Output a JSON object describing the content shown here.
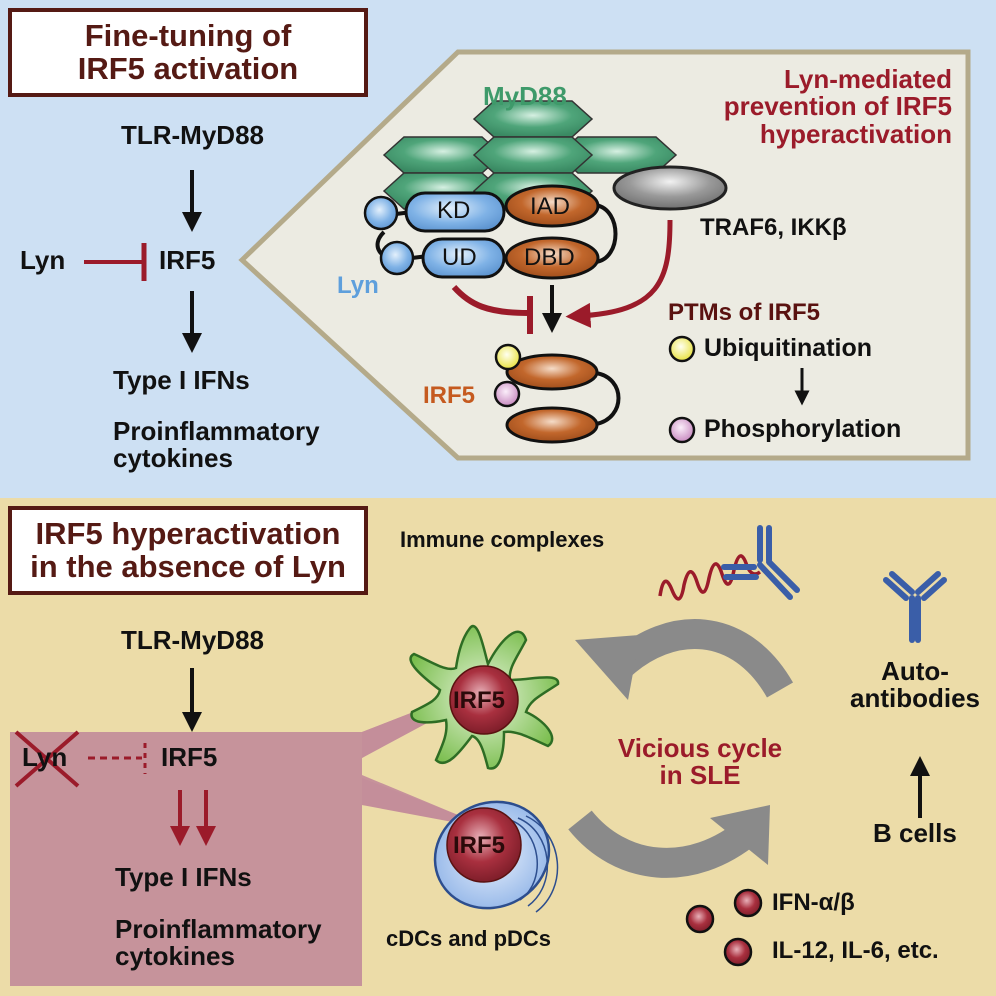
{
  "top_panel": {
    "title_line1": "Fine-tuning of",
    "title_line2": "IRF5 activation",
    "pathway": {
      "upstream": "TLR-MyD88",
      "inhibitor": "Lyn",
      "target": "IRF5",
      "output1": "Type I IFNs",
      "output2_line1": "Proinflammatory",
      "output2_line2": "cytokines"
    },
    "detail": {
      "heading_line1": "Lyn-mediated",
      "heading_line2": "prevention of IRF5",
      "heading_line3": "hyperactivation",
      "myd88_label": "MyD88",
      "lyn_label": "Lyn",
      "domains": {
        "kd": "KD",
        "ud": "UD",
        "iad": "IAD",
        "dbd": "DBD"
      },
      "traf_label": "TRAF6, IKKβ",
      "irf5_label": "IRF5",
      "ptm_heading": "PTMs of IRF5",
      "ptm_items": [
        "Ubiquitination",
        "Phosphorylation"
      ]
    }
  },
  "bottom_panel": {
    "title_line1": "IRF5 hyperactivation",
    "title_line2": "in the absence of Lyn",
    "pathway": {
      "upstream": "TLR-MyD88",
      "inhibitor": "Lyn",
      "target": "IRF5",
      "output1": "Type I IFNs",
      "output2_line1": "Proinflammatory",
      "output2_line2": "cytokines"
    },
    "immune_complexes": "Immune complexes",
    "cell_irf5_a": "IRF5",
    "cell_irf5_b": "IRF5",
    "cells_label": "cDCs and pDCs",
    "cycle_line1": "Vicious cycle",
    "cycle_line2": "in SLE",
    "autoantibodies_line1": "Auto-",
    "autoantibodies_line2": "antibodies",
    "b_cells": "B cells",
    "cytokine1": "IFN-α/β",
    "cytokine2": "IL-12, IL-6, etc."
  },
  "colors": {
    "top_bg": "#cde0f3",
    "bottom_bg": "#ecdca8",
    "inhibit_red": "#9b1b2a",
    "myd88_green": "#3e9a6a",
    "lyn_blue": "#5e9fdc",
    "irf5_orange": "#c55a1f",
    "highlight_pink": "#c48e9a"
  }
}
